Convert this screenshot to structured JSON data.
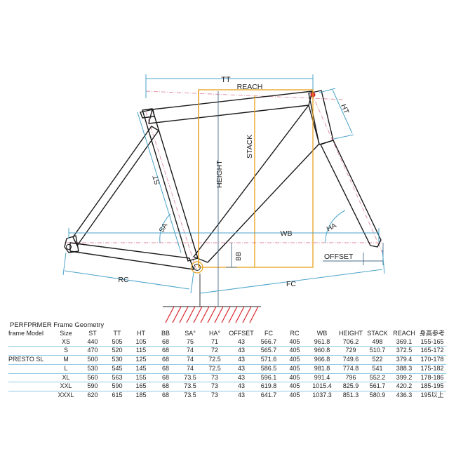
{
  "diagram": {
    "labels": {
      "tt": "TT",
      "reach": "REACH",
      "ht": "HT",
      "st": "ST",
      "height": "HEIGHT",
      "stack": "STACK",
      "sa": "SA",
      "ha": "HA",
      "wb": "WB",
      "bb": "BB",
      "offset": "OFFSET",
      "rc": "RC",
      "fc": "FC"
    },
    "colors": {
      "frame": "#1a1a1a",
      "blue_dim": "#4aa3c8",
      "orange_dim": "#e8a01e",
      "pink_axis": "#e08b9c",
      "hatch": "#d8242b",
      "dot": "#d8242b"
    }
  },
  "table": {
    "title": "PERFPRMER  Frame Geometry",
    "model_header": "frame Model",
    "model_name": "PRESTO SL",
    "columns": [
      "Size",
      "ST",
      "TT",
      "HT",
      "BB",
      "SA°",
      "HA°",
      "OFFSET",
      "FC",
      "RC",
      "WB",
      "HEIGHT",
      "STACK",
      "REACH",
      "身高参考"
    ],
    "rows": [
      [
        "XS",
        "440",
        "505",
        "105",
        "68",
        "75",
        "71",
        "43",
        "566.7",
        "405",
        "961.8",
        "706.2",
        "498",
        "369.1",
        "155-165"
      ],
      [
        "S",
        "470",
        "520",
        "115",
        "68",
        "74",
        "72",
        "43",
        "565.7",
        "405",
        "960.8",
        "729",
        "510.7",
        "372.5",
        "165-172"
      ],
      [
        "M",
        "500",
        "530",
        "125",
        "68",
        "74",
        "72.5",
        "43",
        "571.6",
        "405",
        "966.8",
        "749.6",
        "522",
        "379.4",
        "170-178"
      ],
      [
        "L",
        "530",
        "545",
        "145",
        "68",
        "74",
        "72.5",
        "43",
        "586.5",
        "405",
        "981.8",
        "774.8",
        "541",
        "388.3",
        "175-182"
      ],
      [
        "XL",
        "560",
        "563",
        "155",
        "68",
        "73.5",
        "73",
        "43",
        "596.1",
        "405",
        "991.4",
        "796",
        "552.2",
        "399.2",
        "178-186"
      ],
      [
        "XXL",
        "590",
        "590",
        "165",
        "68",
        "73.5",
        "73",
        "43",
        "619.8",
        "405",
        "1015.4",
        "825.9",
        "561.7",
        "420.2",
        "185-195"
      ],
      [
        "XXXL",
        "620",
        "615",
        "185",
        "68",
        "73.5",
        "73",
        "43",
        "641.7",
        "405",
        "1037.3",
        "851.3",
        "580.9",
        "436.3",
        "195以上"
      ]
    ]
  }
}
